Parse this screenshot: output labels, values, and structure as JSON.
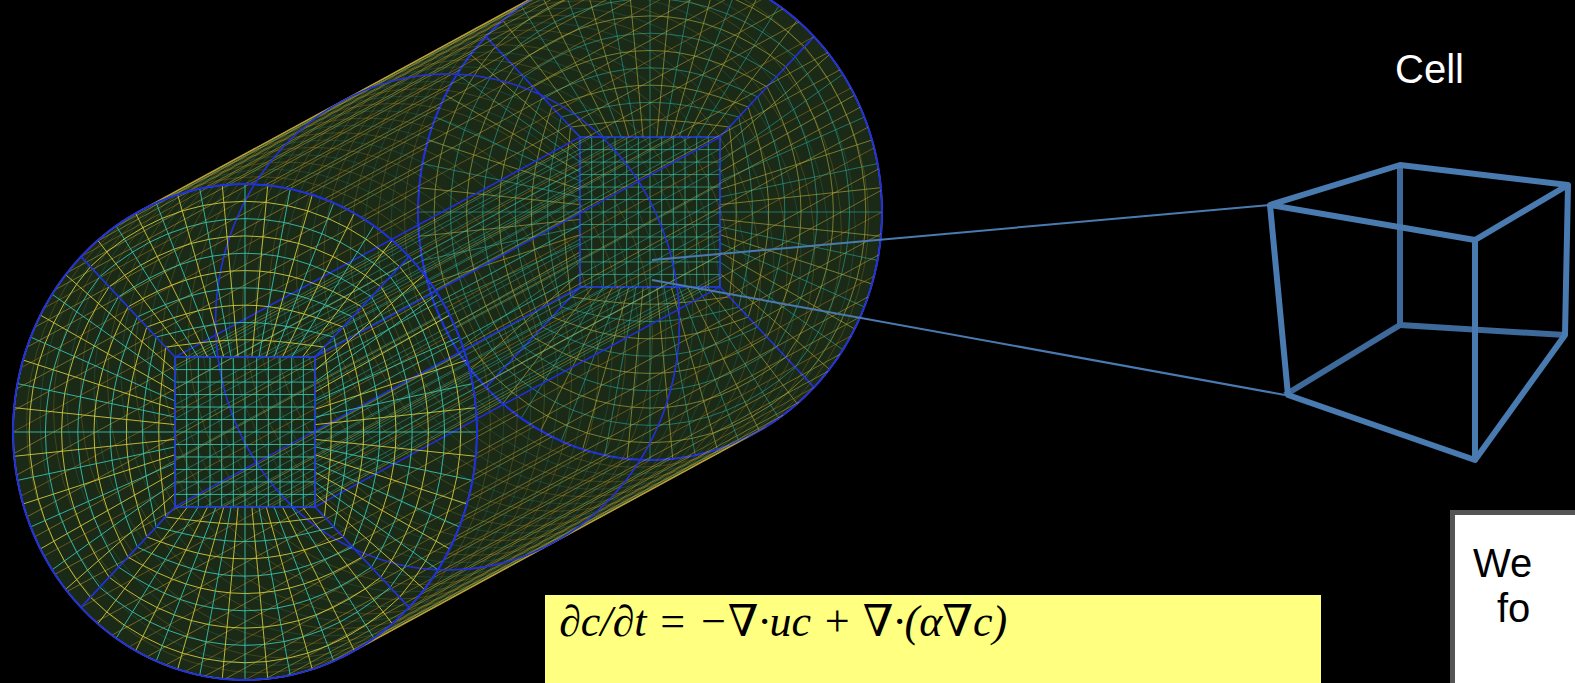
{
  "diagram": {
    "nodes": [
      {
        "text": [
          "∂c/∂t = −∇·uc + ∇·(α∇c)"
        ]
      },
      {
        "text": [
          "We fo"
        ]
      }
    ],
    "labels": [
      "Cell"
    ]
  }
}
